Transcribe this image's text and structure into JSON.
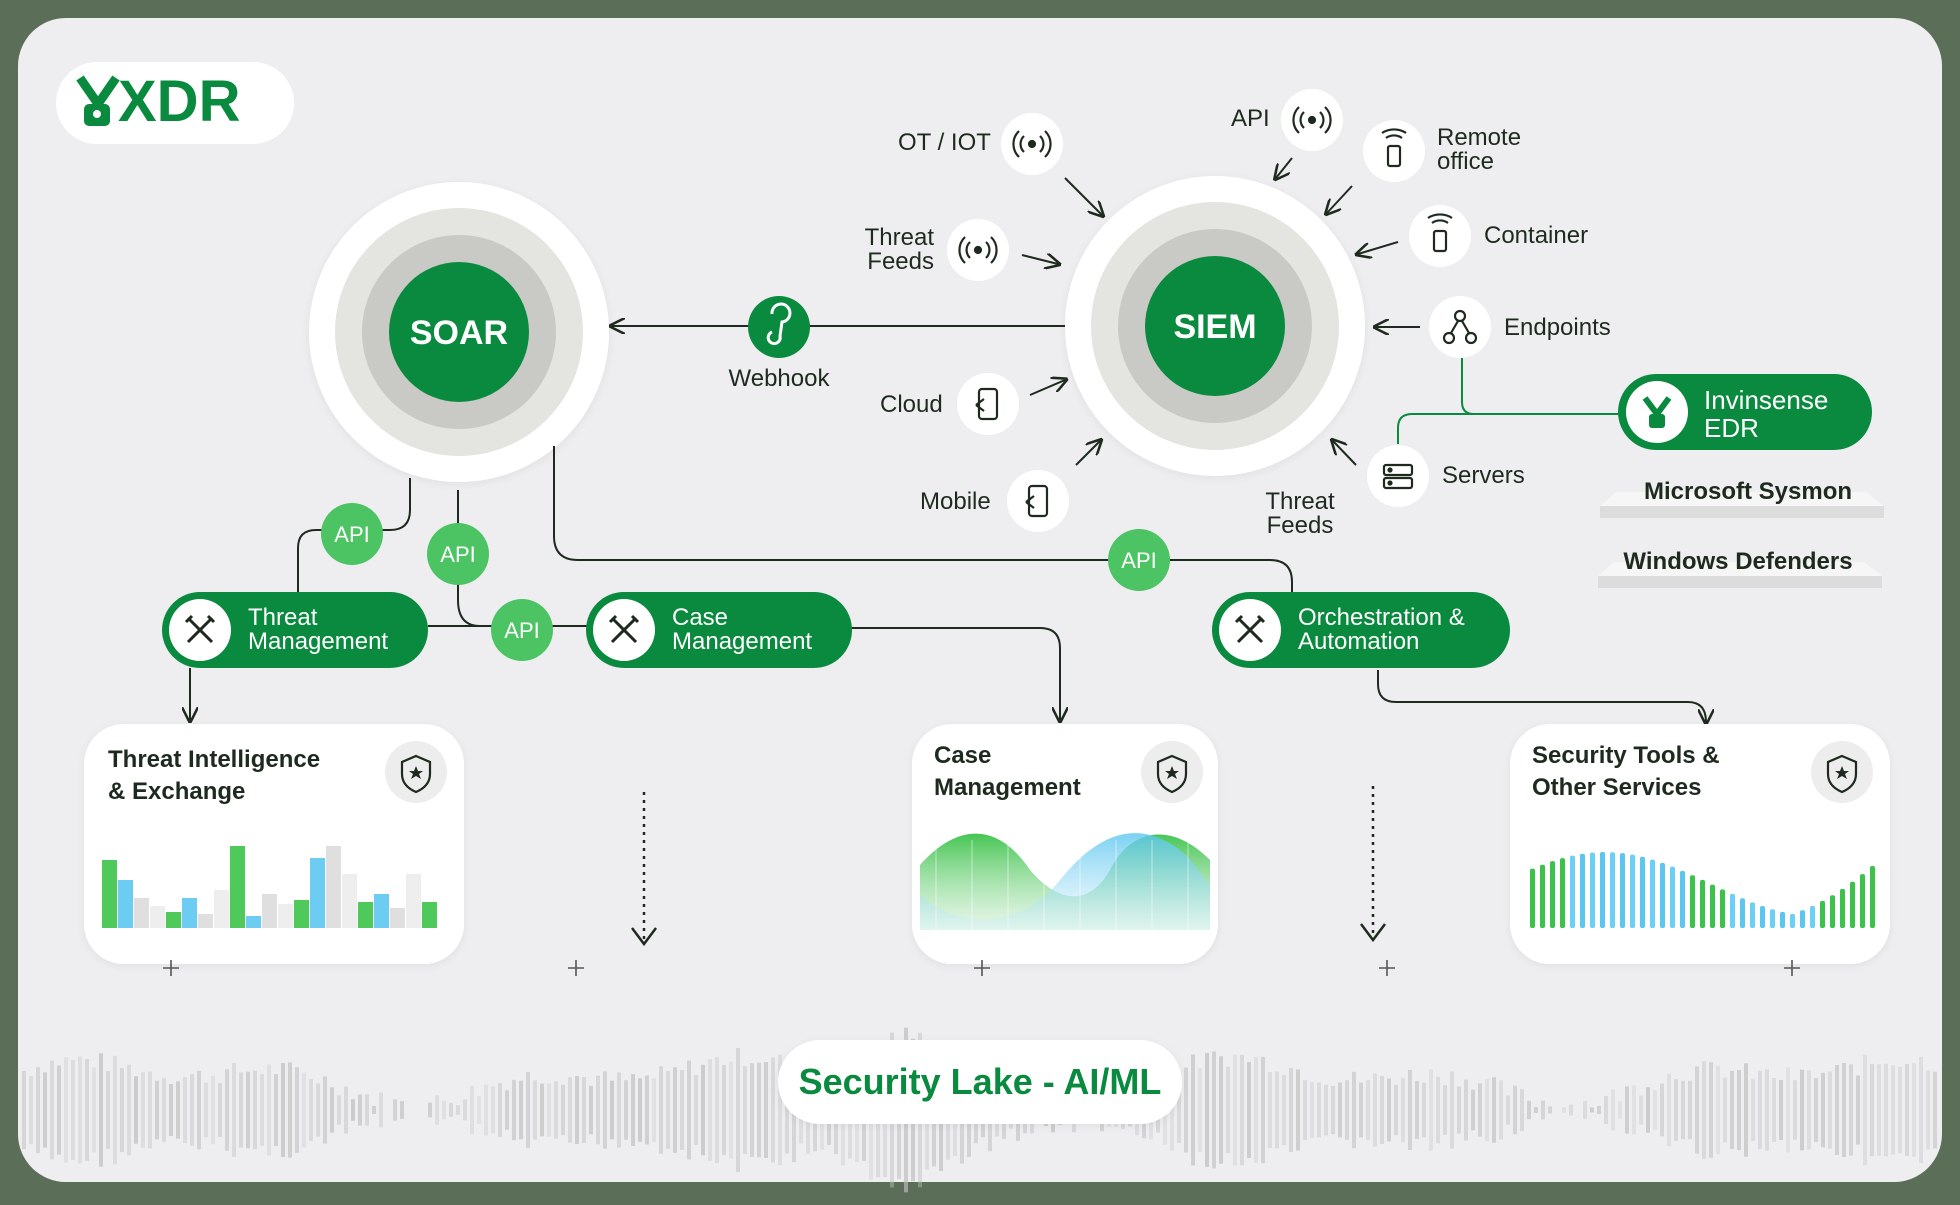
{
  "brand": {
    "logo_text": "XDR"
  },
  "hubs": {
    "soar": "SOAR",
    "siem": "SIEM"
  },
  "connector": {
    "webhook": "Webhook",
    "api": "API"
  },
  "siem_sources": {
    "ot_iot": "OT / IOT",
    "api": "API",
    "remote_office": "Remote\noffice",
    "threat_feeds_top": "Threat\nFeeds",
    "container": "Container",
    "endpoints": "Endpoints",
    "cloud": "Cloud",
    "mobile": "Mobile",
    "servers": "Servers",
    "threat_feeds_bottom": "Threat\nFeeds"
  },
  "edr": {
    "name": "Invinsense\nEDR",
    "sub_items": [
      "Microsoft Sysmon",
      "Windows Defenders"
    ]
  },
  "modules": [
    {
      "label": "Threat\nManagement"
    },
    {
      "label": "Case\nManagement"
    },
    {
      "label": "Orchestration &\nAutomation"
    }
  ],
  "cards": [
    {
      "title": "Threat Intelligence\n& Exchange"
    },
    {
      "title": "Case\nManagement"
    },
    {
      "title": "Security Tools &\nOther Services"
    }
  ],
  "footer": {
    "title": "Security Lake - AI/ML"
  },
  "colors": {
    "primary_green": "#0a8a3e",
    "api_green": "#4cc463",
    "frame": "#5b6e58",
    "background": "#eeeef1",
    "chart_blue": "#5cc6f0",
    "chart_green": "#3cc24a"
  },
  "icons": {
    "source": "wireless-signal-icon",
    "remote": "remote-device-icon",
    "endpoints": "network-nodes-icon",
    "cloud": "device-icon",
    "servers": "server-icon",
    "webhook": "webhook-icon",
    "tools": "tools-icon",
    "shield": "shield-star-icon",
    "edr_logo": "edr-logo-icon"
  }
}
